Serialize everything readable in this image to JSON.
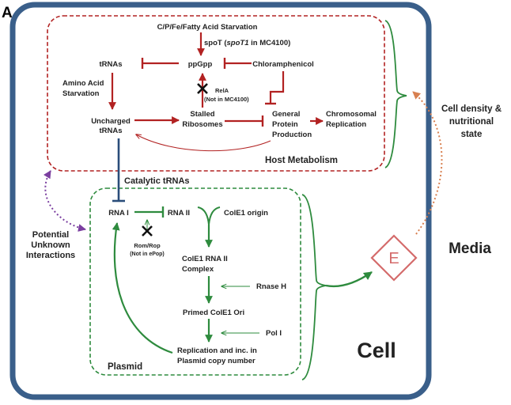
{
  "panel_letter": "A",
  "host": {
    "title": "Host Metabolism",
    "starvation": "C/P/Fe/Fatty Acid Starvation",
    "spot_prefix": "spoT (",
    "spot_italic": "spoT1",
    "spot_suffix": " in MC4100)",
    "trnas": "tRNAs",
    "ppgpp": "ppGpp",
    "chloramphenicol": "Chloramphenicol",
    "amino_line1": "Amino Acid",
    "amino_line2": "Starvation",
    "rela": "RelA",
    "rela_note": "(Not in MC4100)",
    "uncharged_line1": "Uncharged",
    "uncharged_line2": "tRNAs",
    "stalled_line1": "Stalled",
    "stalled_line2": "Ribosomes",
    "general_line1": "General",
    "general_line2": "Protein",
    "general_line3": "Production",
    "chromo_line1": "Chromosomal",
    "chromo_line2": "Replication"
  },
  "catalytic": "Catalytic tRNAs",
  "plasmid": {
    "title": "Plasmid",
    "rna1": "RNA I",
    "rna2": "RNA II",
    "cole1_origin": "ColE1 origin",
    "romrop": "Rom/Rop",
    "romrop_note": "(Not in ePop)",
    "complex_line1": "ColE1 RNA II",
    "complex_line2": "Complex",
    "rnaseh": "Rnase H",
    "primed": "Primed ColE1 Ori",
    "pol1": "Pol I",
    "rep_line1": "Replication and inc. in",
    "rep_line2": "Plasmid copy number"
  },
  "potential_line1": "Potential",
  "potential_line2": "Unknown",
  "potential_line3": "Interactions",
  "e_label": "E",
  "media": "Media",
  "cell_density_line1": "Cell density &",
  "cell_density_line2": "nutritional",
  "cell_density_line3": "state",
  "cell": "Cell",
  "colors": {
    "cell_border": "#3a5f8a",
    "host": "#b22222",
    "plasmid": "#2e8b3e",
    "catalytic": "#2a4d7a",
    "potential": "#7b3fa0",
    "media": "#ef9a4c",
    "e_diamond": "#d46b6b"
  }
}
